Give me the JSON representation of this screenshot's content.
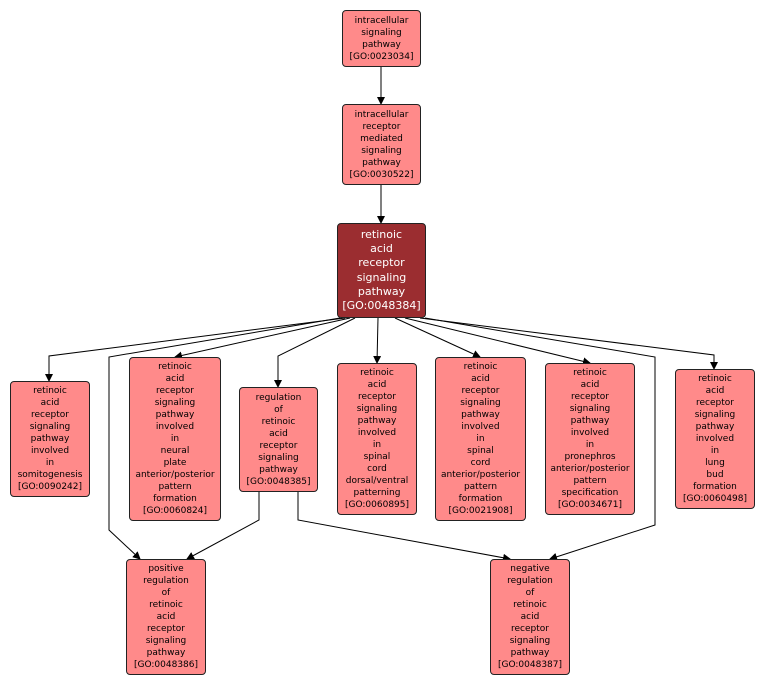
{
  "colors": {
    "node": "#ff8a8a",
    "focus": "#9b2d30"
  },
  "nodes": {
    "n1": "intracellular\nsignaling\npathway\n[GO:0023034]",
    "n2": "intracellular\nreceptor\nmediated\nsignaling\npathway\n[GO:0030522]",
    "n3": "retinoic\nacid\nreceptor\nsignaling\npathway\n[GO:0048384]",
    "n4": "retinoic\nacid\nreceptor\nsignaling\npathway\ninvolved\nin\nsomitogenesis\n[GO:0090242]",
    "n5": "retinoic\nacid\nreceptor\nsignaling\npathway\ninvolved\nin\nneural\nplate\nanterior/posterior\npattern\nformation\n[GO:0060824]",
    "n6": "regulation\nof\nretinoic\nacid\nreceptor\nsignaling\npathway\n[GO:0048385]",
    "n7": "retinoic\nacid\nreceptor\nsignaling\npathway\ninvolved\nin\nspinal\ncord\ndorsal/ventral\npatterning\n[GO:0060895]",
    "n8": "retinoic\nacid\nreceptor\nsignaling\npathway\ninvolved\nin\nspinal\ncord\nanterior/posterior\npattern\nformation\n[GO:0021908]",
    "n9": "retinoic\nacid\nreceptor\nsignaling\npathway\ninvolved\nin\npronephros\nanterior/posterior\npattern\nspecification\n[GO:0034671]",
    "n10": "retinoic\nacid\nreceptor\nsignaling\npathway\ninvolved\nin\nlung\nbud\nformation\n[GO:0060498]",
    "n11": "positive\nregulation\nof\nretinoic\nacid\nreceptor\nsignaling\npathway\n[GO:0048386]",
    "n12": "negative\nregulation\nof\nretinoic\nacid\nreceptor\nsignaling\npathway\n[GO:0048387]"
  }
}
